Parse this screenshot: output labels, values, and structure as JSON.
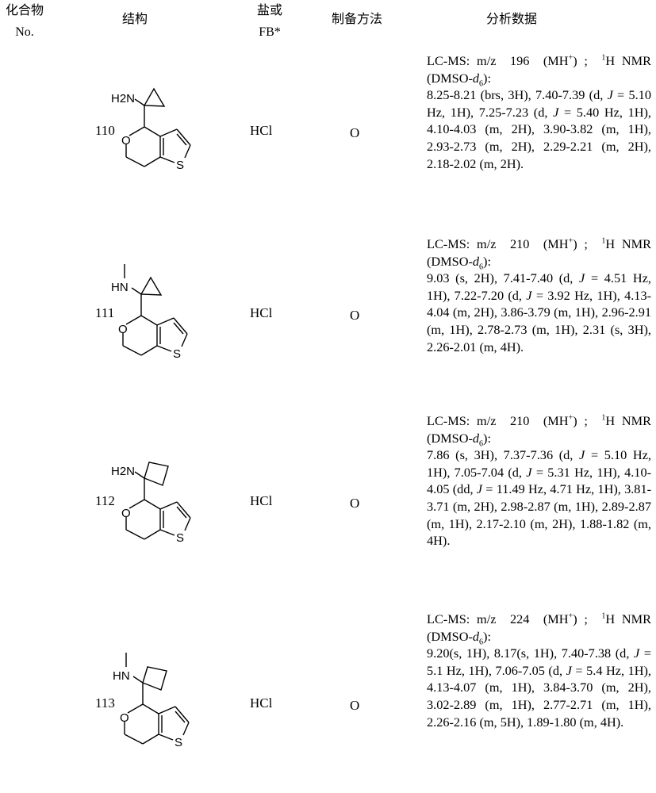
{
  "headers": {
    "compound_no_line1": "化合物",
    "compound_no_line2": "No.",
    "structure": "结构",
    "salt_line1": "盐或",
    "salt_line2": "FB*",
    "method": "制备方法",
    "analysis": "分析数据"
  },
  "labels": {
    "lcms": "LC-MS: m/z",
    "mh_open": "(MH",
    "plus": "+",
    "mh_close": ") ;",
    "nmr_sup": "1",
    "nmr_pre": "H NMR (DMSO-",
    "d": "d",
    "six": "6",
    "nmr_close": "):"
  },
  "rows": [
    {
      "no": "110",
      "salt": "HCl",
      "method": "O",
      "amine": "H2N",
      "ring": "cyclopropyl",
      "mz": "196",
      "nmr": "8.25-8.21 (brs, 3H), 7.40-7.39 (d, J = 5.10 Hz, 1H), 7.25-7.23 (d, J = 5.40 Hz, 1H), 4.10-4.03 (m, 2H), 3.90-3.82 (m, 1H), 2.93-2.73 (m, 2H), 2.29-2.21 (m, 2H), 2.18-2.02 (m, 2H)."
    },
    {
      "no": "111",
      "salt": "HCl",
      "method": "O",
      "amine": "HN",
      "ring": "cyclopropyl",
      "mz": "210",
      "nmr": "9.03 (s, 2H), 7.41-7.40 (d, J = 4.51 Hz, 1H), 7.22-7.20 (d, J = 3.92 Hz, 1H), 4.13-4.04 (m, 2H), 3.86-3.79 (m, 1H), 2.96-2.91 (m, 1H), 2.78-2.73 (m, 1H), 2.31 (s, 3H), 2.26-2.01 (m, 4H)."
    },
    {
      "no": "112",
      "salt": "HCl",
      "method": "O",
      "amine": "H2N",
      "ring": "cyclobutyl",
      "mz": "210",
      "nmr": "7.86 (s, 3H), 7.37-7.36 (d, J = 5.10 Hz, 1H), 7.05-7.04 (d, J = 5.31 Hz, 1H), 4.10-4.05 (dd, J = 11.49 Hz, 4.71 Hz, 1H), 3.81-3.71 (m, 2H), 2.98-2.87 (m, 1H), 2.89-2.87 (m, 1H), 2.17-2.10 (m, 2H), 1.88-1.82 (m, 4H)."
    },
    {
      "no": "113",
      "salt": "HCl",
      "method": "O",
      "amine": "HN",
      "ring": "cyclobutyl",
      "mz": "224",
      "nmr": "9.20(s, 1H), 8.17(s, 1H), 7.40-7.38 (d, J = 5.1 Hz, 1H), 7.06-7.05 (d, J = 5.4 Hz, 1H), 4.13-4.07 (m, 1H), 3.84-3.70 (m, 2H), 3.02-2.89 (m, 1H), 2.77-2.71 (m, 1H), 2.26-2.16 (m, 5H), 1.89-1.80 (m, 4H)."
    }
  ],
  "atoms": {
    "O": "O",
    "S": "S",
    "H": "H",
    "two": "2",
    "N": "N"
  }
}
